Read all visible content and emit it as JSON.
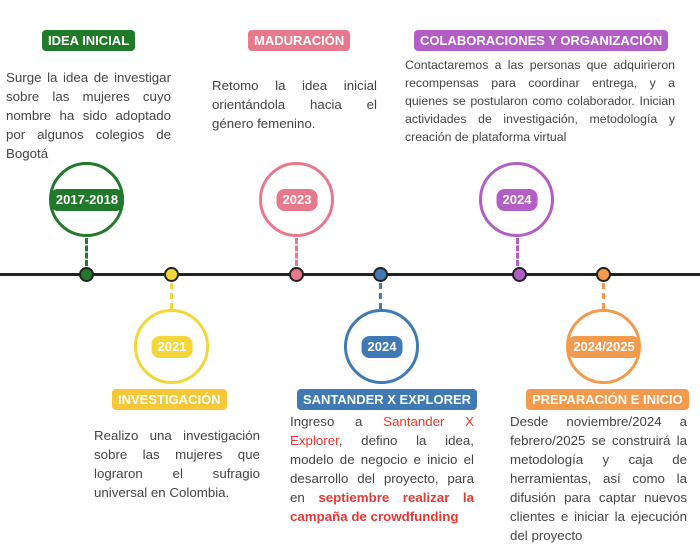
{
  "colors": {
    "green": "#217a2a",
    "yellow": "#f2d63a",
    "pink": "#e8798c",
    "blue": "#3f7ab5",
    "purple": "#b35ec4",
    "orange": "#f39a4c",
    "line": "#222222"
  },
  "milestones": [
    {
      "year": "2017-2018",
      "title": "IDEA INICIAL",
      "description": "Surge la idea de investigar sobre las mujeres cuyo nombre ha sido adoptado por algunos colegios de Bogotá"
    },
    {
      "year": "2021",
      "title": "INVESTIGACIÓN",
      "description": "Realizo una investigación sobre las mujeres que lograron el sufragio universal en Colombia."
    },
    {
      "year": "2023",
      "title": "MADURACIÓN",
      "description": "Retomo la idea inicial orientándola hacia el género femenino."
    },
    {
      "year": "2024",
      "title": "SANTANDER X EXPLORER",
      "description_parts": [
        "Ingreso a ",
        "Santander X Explorer",
        ", defino la idea, modelo de negocio e inicio el desarrollo del proyecto, para en ",
        "septiembre realizar la campaña de crowdfunding"
      ]
    },
    {
      "year": "2024",
      "title": "COLABORACIONES Y ORGANIZACIÓN",
      "description": "Contactaremos a las personas que adquirieron recompensas para coordinar entrega, y a quienes se postularon como colaborador. Inician actividades de investigación, metodología y creación de plataforma virtual"
    },
    {
      "year": "2024/2025",
      "title": "PREPARACIÓN E INICIO",
      "description": "Desde noviembre/2024 a febrero/2025 se construirá la metodología y caja de herramientas, así como la difusión para captar nuevos clientes e iniciar la ejecución del proyecto"
    }
  ]
}
